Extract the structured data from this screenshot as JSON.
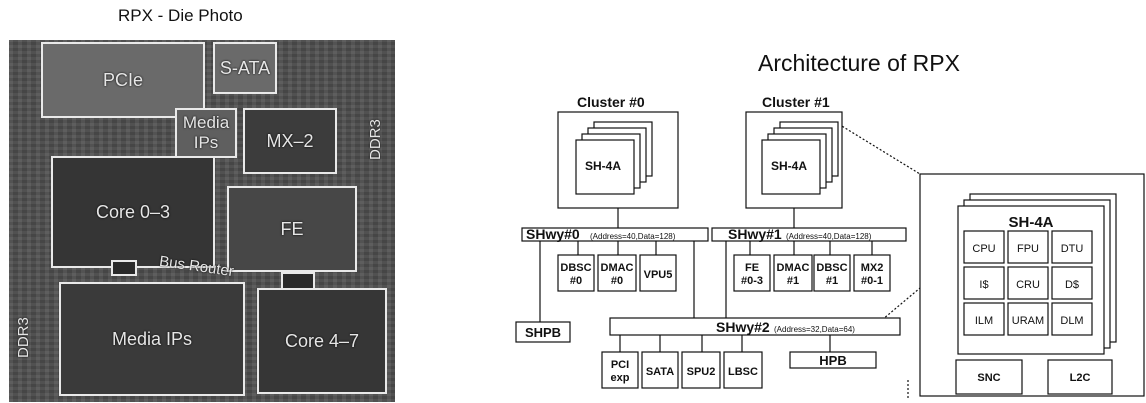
{
  "die_photo": {
    "title": "RPX - Die Photo",
    "labels": {
      "pcie": "PCIe",
      "sata": "S-ATA",
      "media_ips_top_line1": "Media",
      "media_ips_top_line2": "IPs",
      "mx2": "MX–2",
      "ddr3_right": "DDR3",
      "core03": "Core 0–3",
      "fe": "FE",
      "bus_router": "Bus Router",
      "ddr3_left": "DDR3",
      "media_ips_bottom": "Media IPs",
      "core47": "Core 4–7"
    }
  },
  "architecture": {
    "title": "Architecture of RPX",
    "cluster0": {
      "label": "Cluster #0",
      "core": "SH-4A"
    },
    "cluster1": {
      "label": "Cluster #1",
      "core": "SH-4A"
    },
    "shwy0": {
      "name": "SHwy#0",
      "params": "(Address=40,Data=128)"
    },
    "shwy1": {
      "name": "SHwy#1",
      "params": "(Address=40,Data=128)"
    },
    "shwy2": {
      "name": "SHwy#2",
      "params": "(Address=32,Data=64)"
    },
    "shpb": "SHPB",
    "hpb": "HPB",
    "dbsc0": {
      "line1": "DBSC",
      "line2": "#0"
    },
    "dmac0": {
      "line1": "DMAC",
      "line2": "#0"
    },
    "vpu5": "VPU5",
    "fe03": {
      "line1": "FE",
      "line2": "#0-3"
    },
    "dmac1": {
      "line1": "DMAC",
      "line2": "#1"
    },
    "dbsc1": {
      "line1": "DBSC",
      "line2": "#1"
    },
    "mx2": {
      "line1": "MX2",
      "line2": "#0-1"
    },
    "pciexp": {
      "line1": "PCI",
      "line2": "exp"
    },
    "sata": "SATA",
    "spu2": "SPU2",
    "lbsc": "LBSC",
    "detail": {
      "core": "SH-4A",
      "units": [
        "CPU",
        "FPU",
        "DTU",
        "I$",
        "CRU",
        "D$",
        "ILM",
        "URAM",
        "DLM"
      ],
      "snc": "SNC",
      "l2c": "L2C"
    }
  }
}
